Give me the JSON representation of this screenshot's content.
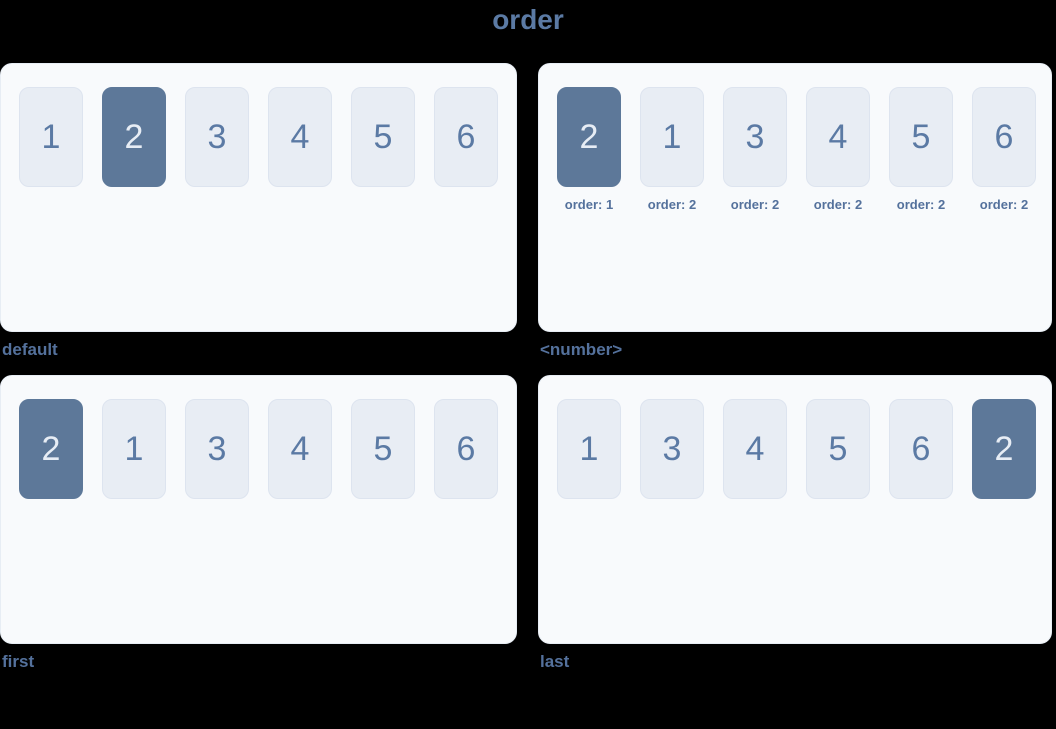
{
  "title": "order",
  "colors": {
    "background": "#000000",
    "panel_bg": "#f8fafc",
    "panel_border": "#e7edf4",
    "item_bg": "#e8edf4",
    "item_border": "#dde4ef",
    "item_text": "#5b7aa4",
    "highlight_bg": "#5d7899",
    "highlight_text": "#e7edf5",
    "heading_text": "#5b7aa4",
    "caption_text": "#54719c",
    "order_label_text": "#54719c"
  },
  "panels": [
    {
      "caption": "default",
      "items": [
        {
          "n": "1",
          "highlight": false
        },
        {
          "n": "2",
          "highlight": true
        },
        {
          "n": "3",
          "highlight": false
        },
        {
          "n": "4",
          "highlight": false
        },
        {
          "n": "5",
          "highlight": false
        },
        {
          "n": "6",
          "highlight": false
        }
      ]
    },
    {
      "caption": "<number>",
      "items": [
        {
          "n": "2",
          "highlight": true,
          "sub": "order: 1"
        },
        {
          "n": "1",
          "highlight": false,
          "sub": "order: 2"
        },
        {
          "n": "3",
          "highlight": false,
          "sub": "order: 2"
        },
        {
          "n": "4",
          "highlight": false,
          "sub": "order: 2"
        },
        {
          "n": "5",
          "highlight": false,
          "sub": "order: 2"
        },
        {
          "n": "6",
          "highlight": false,
          "sub": "order: 2"
        }
      ]
    },
    {
      "caption": "first",
      "items": [
        {
          "n": "2",
          "highlight": true
        },
        {
          "n": "1",
          "highlight": false
        },
        {
          "n": "3",
          "highlight": false
        },
        {
          "n": "4",
          "highlight": false
        },
        {
          "n": "5",
          "highlight": false
        },
        {
          "n": "6",
          "highlight": false
        }
      ]
    },
    {
      "caption": "last",
      "items": [
        {
          "n": "1",
          "highlight": false
        },
        {
          "n": "3",
          "highlight": false
        },
        {
          "n": "4",
          "highlight": false
        },
        {
          "n": "5",
          "highlight": false
        },
        {
          "n": "6",
          "highlight": false
        },
        {
          "n": "2",
          "highlight": true
        }
      ]
    }
  ]
}
